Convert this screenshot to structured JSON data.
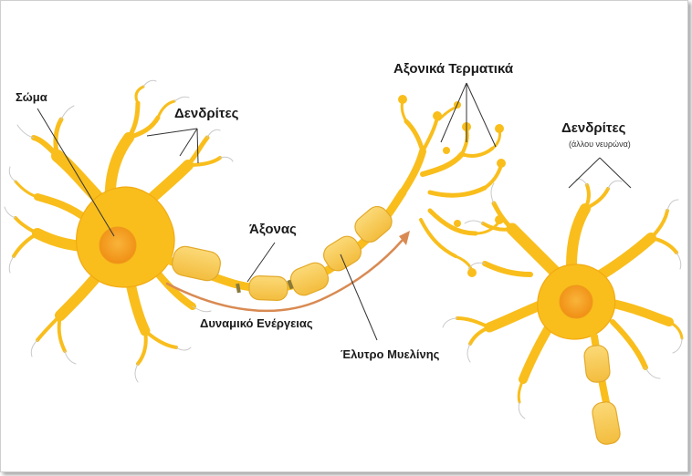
{
  "labels": {
    "soma": "Σώμα",
    "dendrites": "Δενδρίτες",
    "axon_terminals": "Αξονικά Τερματικά",
    "other_dendrites": "Δενδρίτες",
    "other_dendrites_note": "(άλλου νευρώνα)",
    "axon": "Άξονας",
    "action_potential": "Δυναμικό Ενέργειας",
    "myelin_sheath": "Έλυτρο Μυελίνης"
  },
  "colors": {
    "cell_fill": "#f9be1c",
    "cell_edge": "#f0a810",
    "nucleus": "#f7a61a",
    "myelin": "#f7c84a",
    "myelin_edge": "#e3a928",
    "arrow": "#d98a52",
    "line": "#333333"
  }
}
